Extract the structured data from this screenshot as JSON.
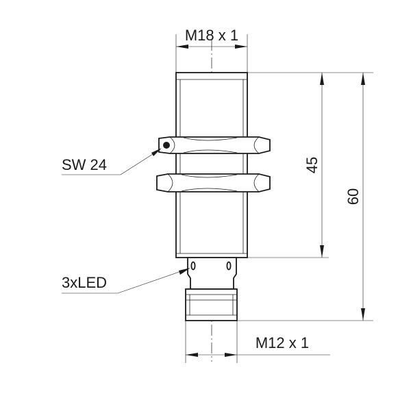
{
  "labels": {
    "thread_top": "M18 x 1",
    "thread_bottom": "M12 x 1",
    "wrench_size": "SW 24",
    "led": "3xLED",
    "dim_thread_length": "45",
    "dim_total_length": "60"
  },
  "colors": {
    "line": "#1a1a1a",
    "background": "#ffffff"
  }
}
